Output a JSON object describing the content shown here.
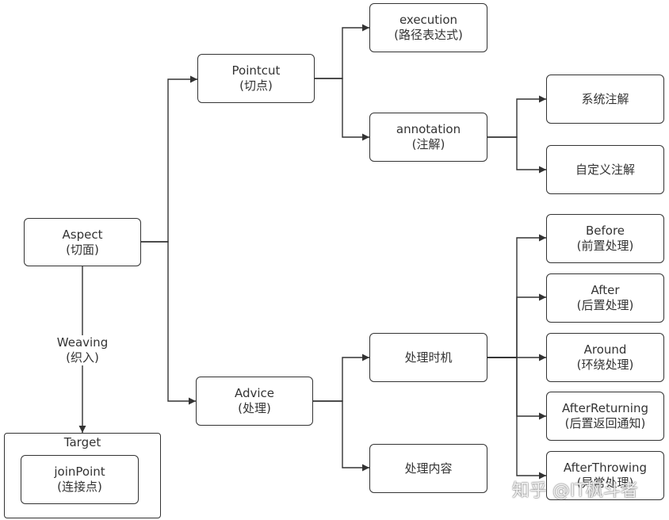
{
  "aspect": {
    "title": "Aspect",
    "subtitle": "(切面)"
  },
  "weaving": {
    "title": "Weaving",
    "subtitle": "(织入)"
  },
  "target": {
    "label": "Target",
    "join_point": {
      "title": "joinPoint",
      "subtitle": "(连接点)"
    }
  },
  "pointcut": {
    "title": "Pointcut",
    "subtitle": "(切点)"
  },
  "execution": {
    "title": "execution",
    "subtitle": "(路径表达式)"
  },
  "annotation": {
    "title": "annotation",
    "subtitle": "(注解)"
  },
  "system_annotation": {
    "label": "系统注解"
  },
  "custom_annotation": {
    "label": "自定义注解"
  },
  "advice": {
    "title": "Advice",
    "subtitle": "(处理)"
  },
  "timing": {
    "label": "处理时机"
  },
  "content": {
    "label": "处理内容"
  },
  "advice_types": [
    {
      "title": "Before",
      "subtitle": "(前置处理)"
    },
    {
      "title": "After",
      "subtitle": "(后置处理)"
    },
    {
      "title": "Around",
      "subtitle": "(环绕处理)"
    },
    {
      "title": "AfterReturning",
      "subtitle": "(后置返回通知)"
    },
    {
      "title": "AfterThrowing",
      "subtitle": "(异常处理)"
    }
  ],
  "watermark": "知乎 @IT枫斗者",
  "colors": {
    "line": "#333333",
    "node_border": "#333333",
    "node_fill": "#ffffff",
    "text": "#333333",
    "background": "#ffffff"
  }
}
